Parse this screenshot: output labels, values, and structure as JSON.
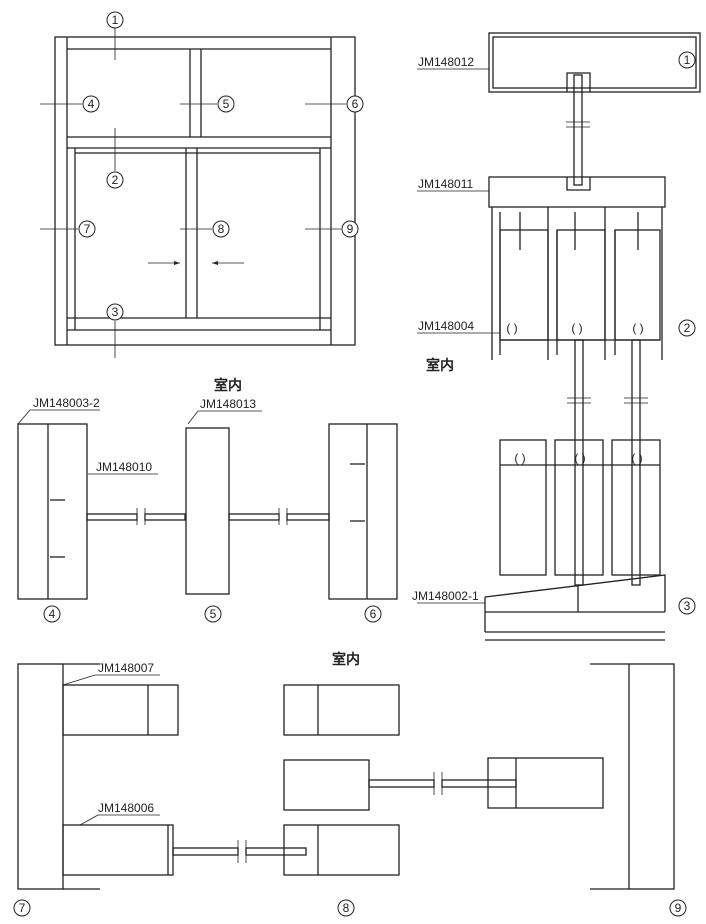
{
  "markers": [
    "1",
    "2",
    "3",
    "4",
    "5",
    "6",
    "7",
    "8",
    "9"
  ],
  "codes": {
    "c012": "JM148012",
    "c011": "JM148011",
    "c004": "JM148004",
    "c002": "JM148002-1",
    "c003": "JM148003-2",
    "c013": "JM148013",
    "c010": "JM148010",
    "c007": "JM148007",
    "c006": "JM148006"
  },
  "interior_label": "室内"
}
